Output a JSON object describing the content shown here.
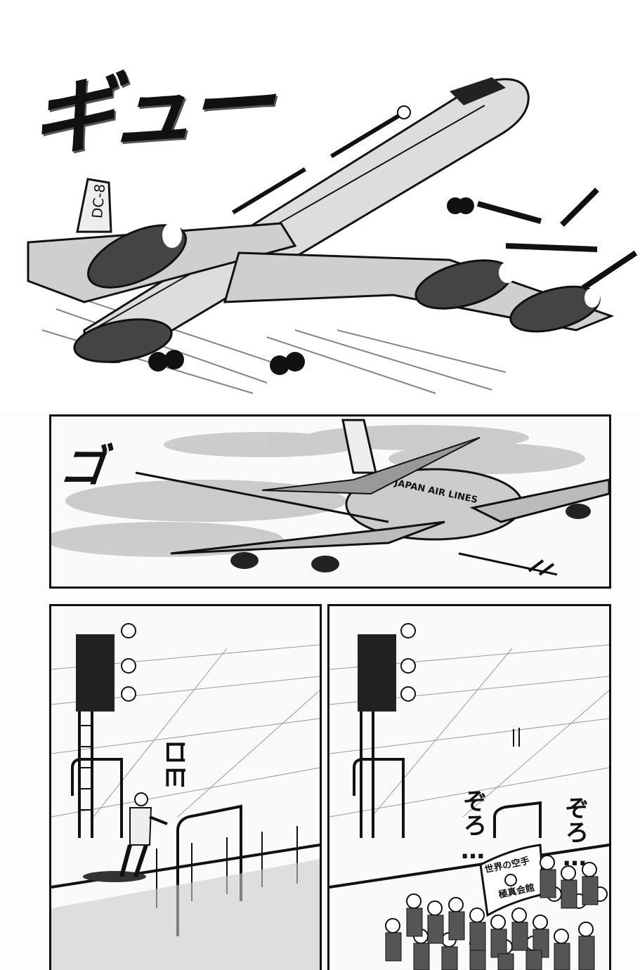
{
  "panel1": {
    "sfx": "ギュー",
    "tail_text": "DC-8"
  },
  "panel2": {
    "sfx": "ゴ",
    "fuselage_text": "JAPAN AIR LINES"
  },
  "panel3": {
    "sfx": "ヨロ"
  },
  "panel4": {
    "sfx_left": "ぞろ…",
    "sfx_right": "ぞろ…",
    "banner_line1": "世界の空手",
    "banner_line2": "極真会館"
  }
}
